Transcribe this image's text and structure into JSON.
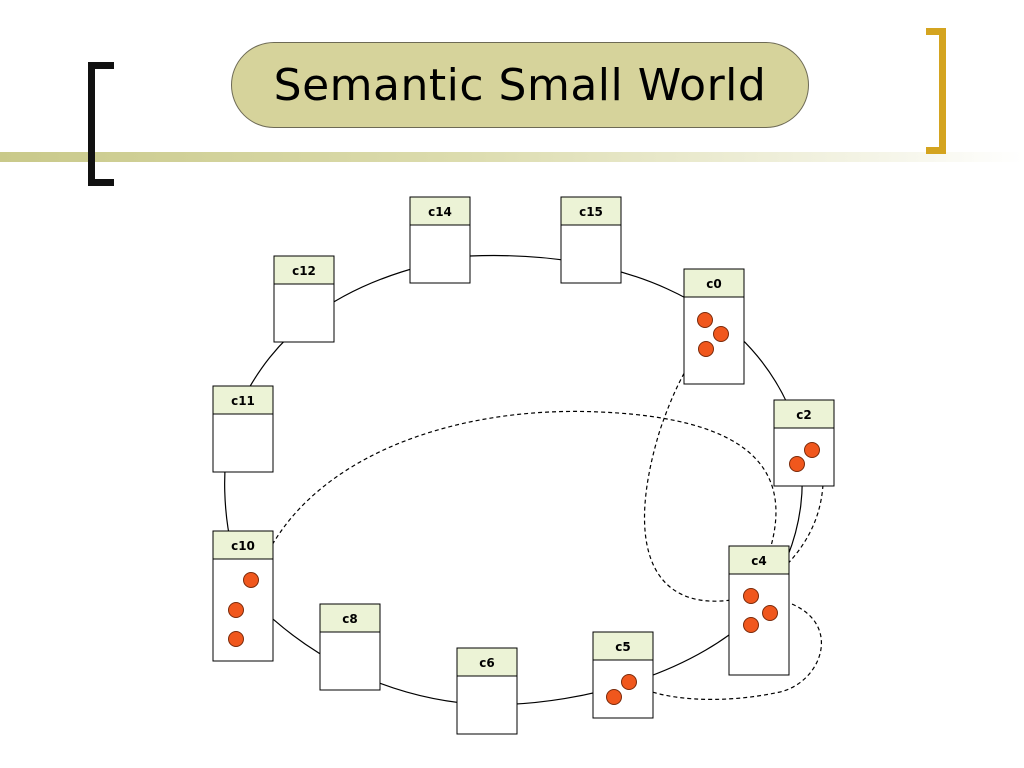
{
  "slide": {
    "title": "Semantic Small World"
  },
  "nodes": [
    {
      "id": "c0",
      "label": "c0",
      "dots": 3
    },
    {
      "id": "c2",
      "label": "c2",
      "dots": 2
    },
    {
      "id": "c4",
      "label": "c4",
      "dots": 3
    },
    {
      "id": "c5",
      "label": "c5",
      "dots": 2
    },
    {
      "id": "c6",
      "label": "c6",
      "dots": 0
    },
    {
      "id": "c8",
      "label": "c8",
      "dots": 0
    },
    {
      "id": "c10",
      "label": "c10",
      "dots": 3
    },
    {
      "id": "c11",
      "label": "c11",
      "dots": 0
    },
    {
      "id": "c12",
      "label": "c12",
      "dots": 0
    },
    {
      "id": "c14",
      "label": "c14",
      "dots": 0
    },
    {
      "id": "c15",
      "label": "c15",
      "dots": 0
    }
  ],
  "links": [
    {
      "from": "c4",
      "to": "c10",
      "style": "dashed"
    },
    {
      "from": "c4",
      "to": "c0",
      "style": "dashed"
    },
    {
      "from": "c4",
      "to": "c2",
      "style": "dashed"
    },
    {
      "from": "c4",
      "to": "c5",
      "style": "dashed"
    }
  ],
  "colors": {
    "title_fill": "#d6d39b",
    "header_fill": "#ecf3d6",
    "dot_fill": "#f0571d",
    "bracket_left": "#111111",
    "bracket_right": "#d4a420"
  }
}
